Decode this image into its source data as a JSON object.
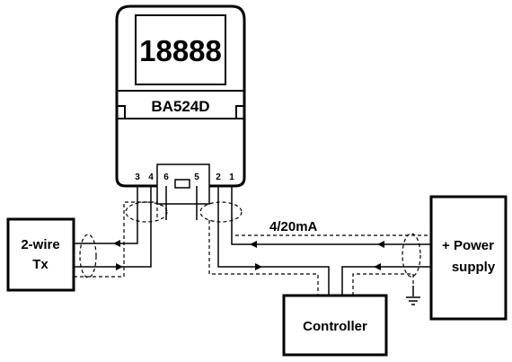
{
  "meter": {
    "display": "18888",
    "model": "BA524D",
    "terminals": [
      "3",
      "4",
      "6",
      "5",
      "2",
      "1"
    ]
  },
  "devices": {
    "transmitter": [
      "2-wire",
      "Tx"
    ],
    "power_supply": [
      "+ Power",
      "supply"
    ],
    "controller": "Controller"
  },
  "signal_label": "4/20mA",
  "colors": {
    "ink": "#000000",
    "background": "#ffffff"
  }
}
